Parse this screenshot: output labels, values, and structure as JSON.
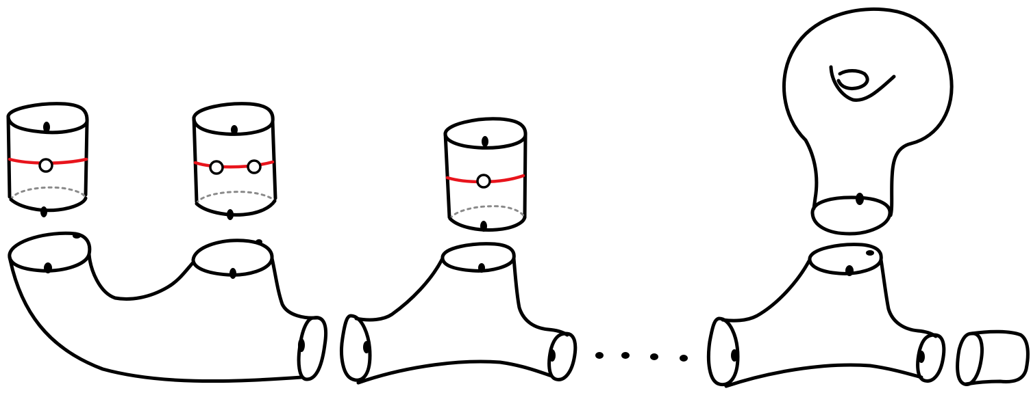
{
  "colors": {
    "ink": "#000000",
    "cut": "#e8141c",
    "hidden": "#8a8a8a",
    "background": "#ffffff"
  },
  "diagram": {
    "description_free": true,
    "pieces": [
      {
        "name": "cylinder-1",
        "punctures": 1
      },
      {
        "name": "cylinder-2",
        "punctures": 2
      },
      {
        "name": "cylinder-3",
        "punctures": 1
      },
      {
        "name": "torus-cap",
        "punctures": 0
      },
      {
        "name": "pants-1"
      },
      {
        "name": "pants-2"
      },
      {
        "name": "pants-3"
      },
      {
        "name": "end-cap"
      }
    ],
    "ellipsis_dots": 4
  }
}
